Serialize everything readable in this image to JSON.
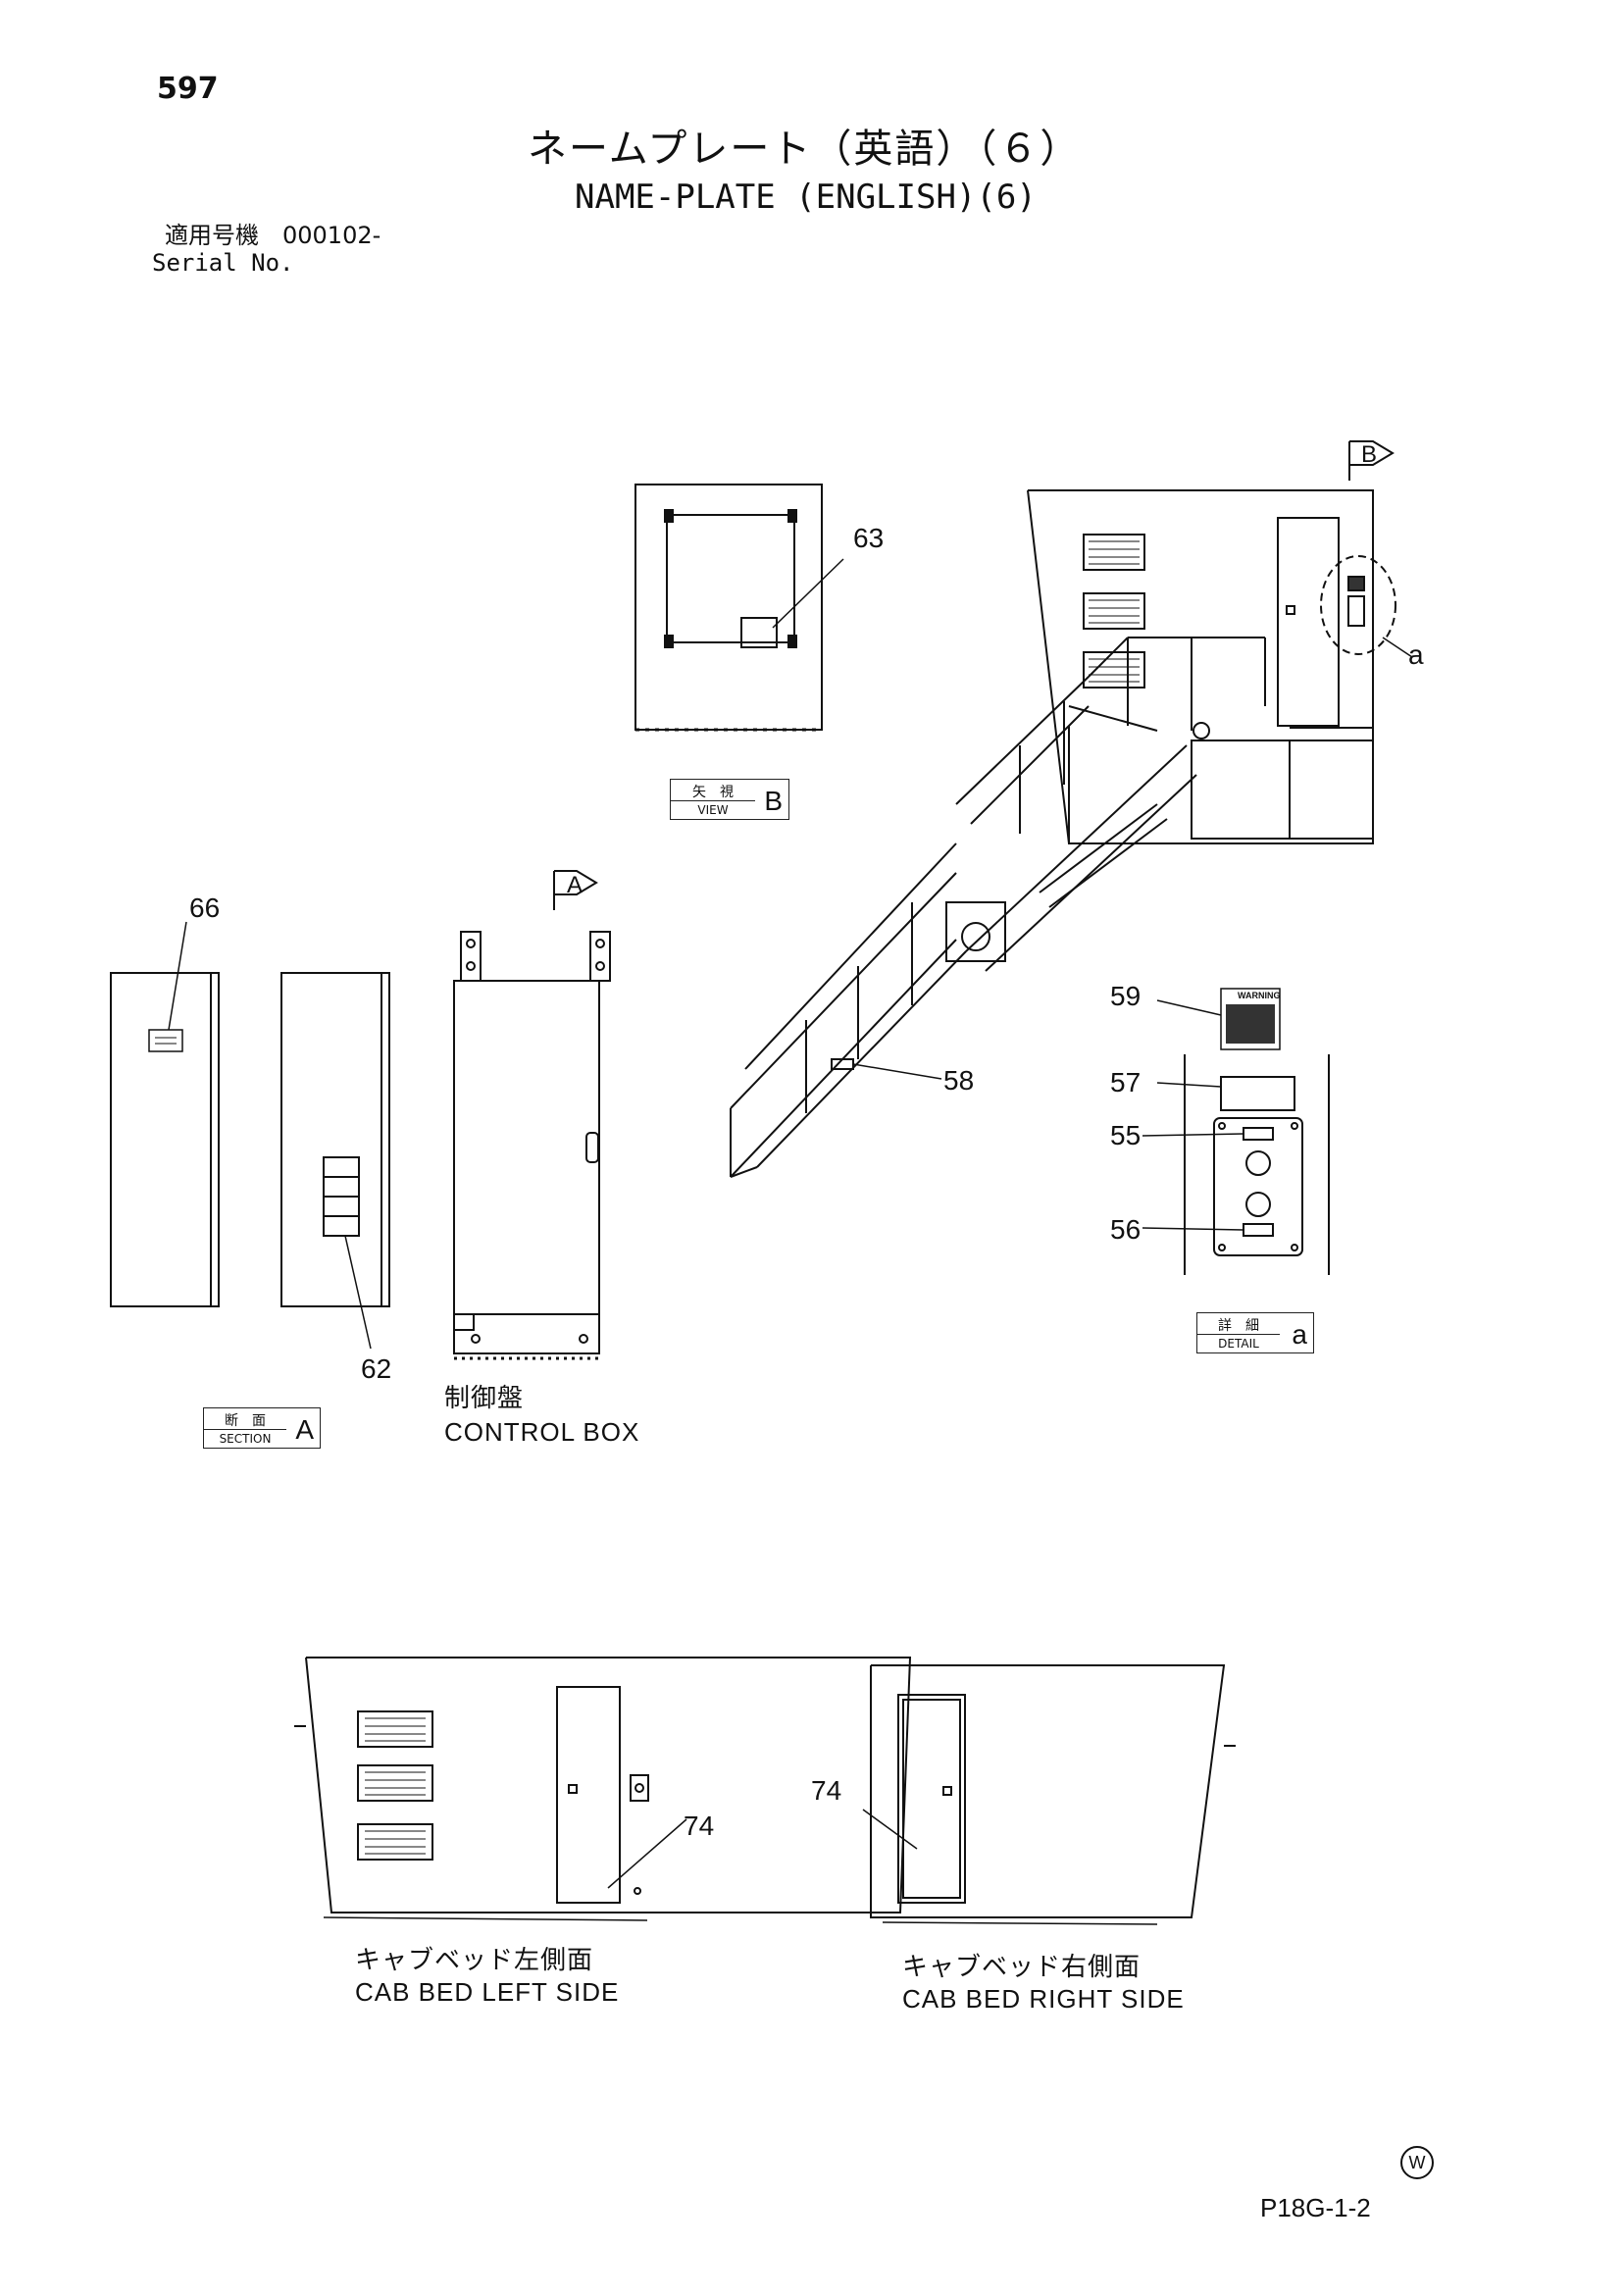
{
  "header": {
    "page_number": "597",
    "title_jp": "ネームプレート（英語）（６）",
    "title_en": "NAME-PLATE (ENGLISH)(6)",
    "serial_label_jp": "適用号機　000102-",
    "serial_label_en": "Serial No."
  },
  "callouts": {
    "c63": "63",
    "c66": "66",
    "c62": "62",
    "c58": "58",
    "c59": "59",
    "c57": "57",
    "c55": "55",
    "c56": "56",
    "c74_left": "74",
    "c74_right": "74",
    "ref_a": "a",
    "arrow_b": "B",
    "arrow_a": "A"
  },
  "views": {
    "view_b": {
      "jp": "矢　視",
      "en": "VIEW",
      "letter": "B"
    },
    "section_a": {
      "jp": "断　面",
      "en": "SECTION",
      "letter": "A"
    },
    "detail_a": {
      "jp": "詳　細",
      "en": "DETAIL",
      "letter": "a"
    }
  },
  "captions": {
    "control_box_jp": "制御盤",
    "control_box_en": "CONTROL BOX",
    "cab_left_jp": "キャブベッド左側面",
    "cab_left_en": "CAB BED LEFT SIDE",
    "cab_right_jp": "キャブベッド右側面",
    "cab_right_en": "CAB BED RIGHT SIDE"
  },
  "plate_text": {
    "warning": "WARNING"
  },
  "footer": {
    "mark": "W",
    "drawing_code": "P18G-1-2"
  }
}
